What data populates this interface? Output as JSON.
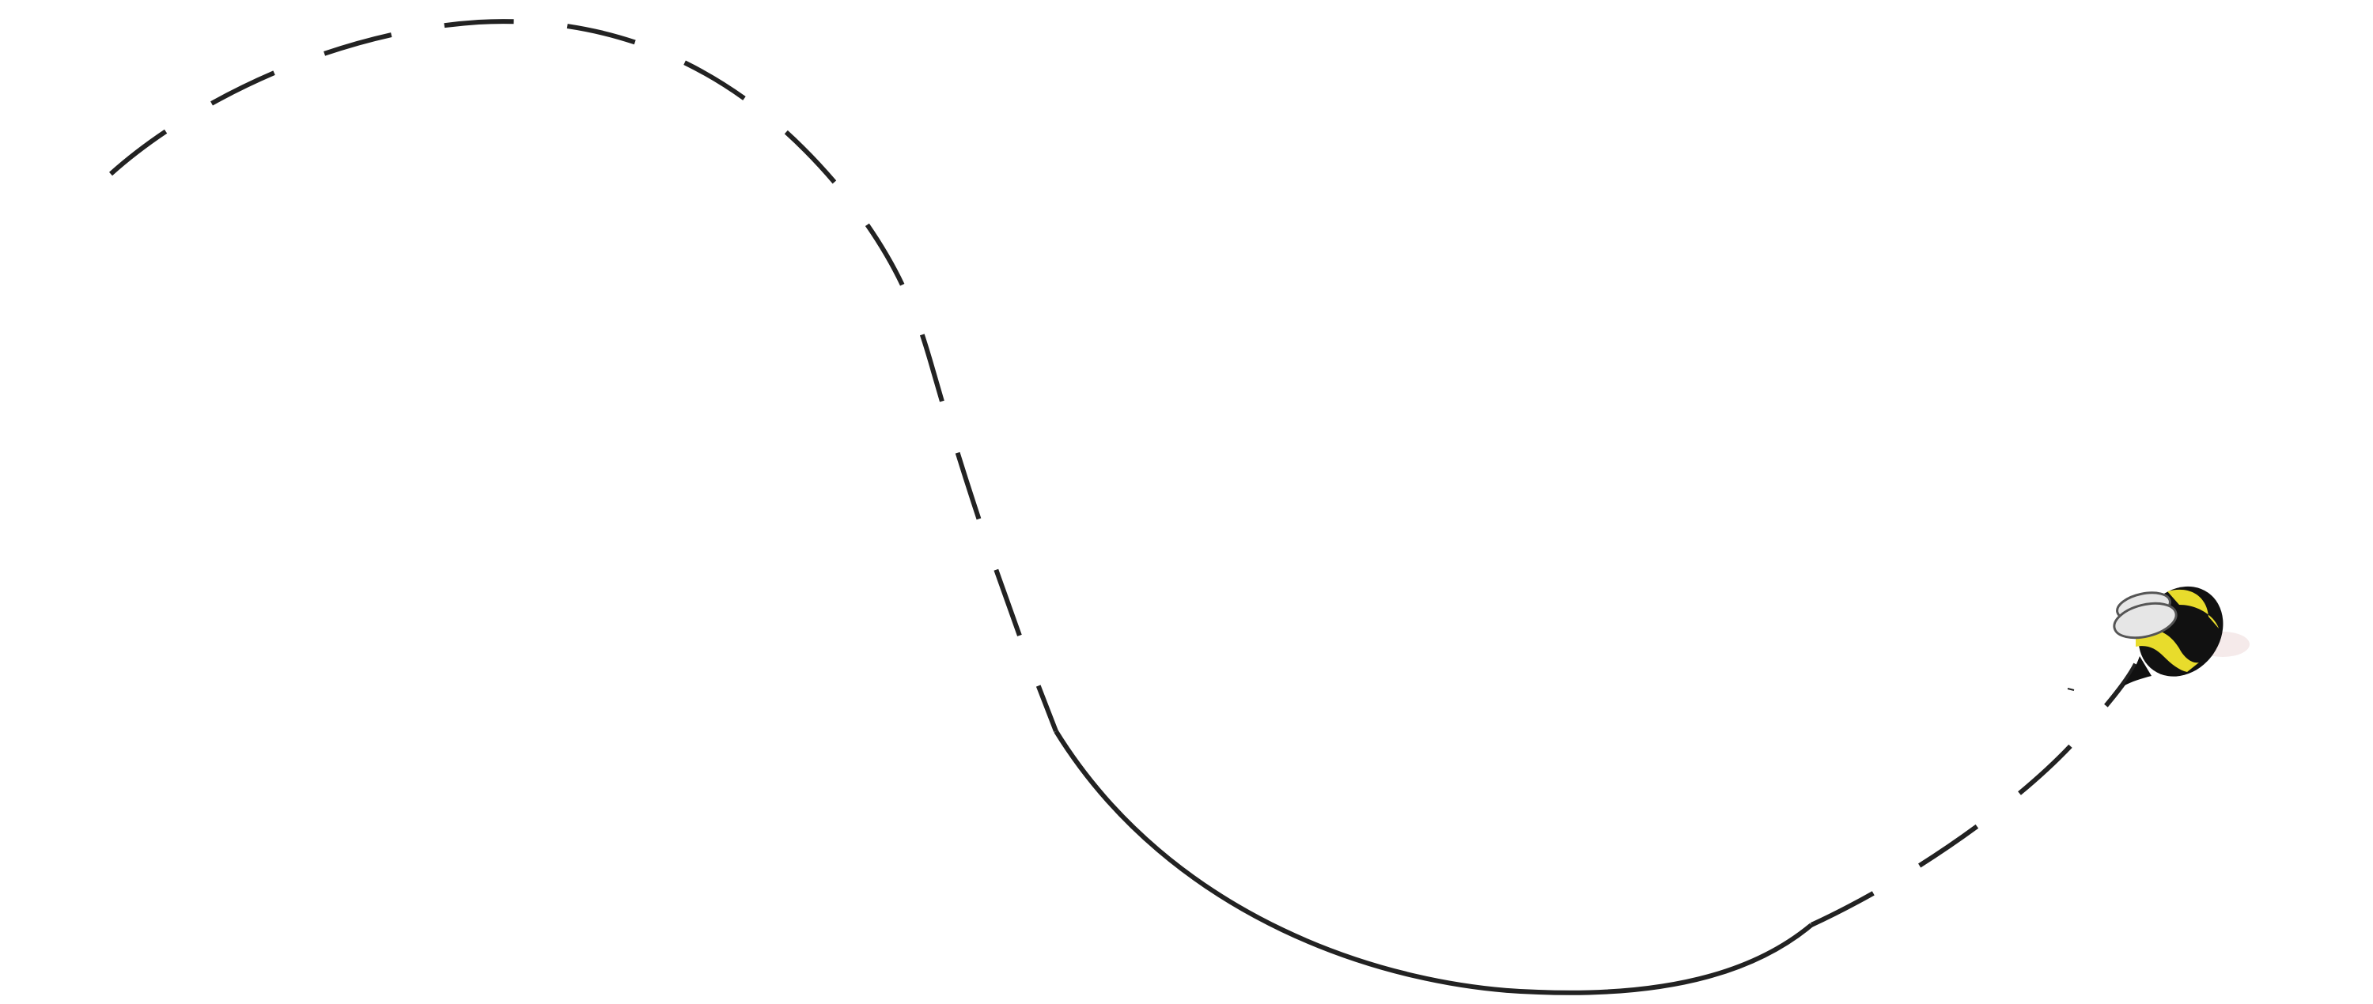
{
  "scene": {
    "background_color": "#ffffff",
    "path_color": "#222222",
    "path_style": [
      "dashed",
      "solid",
      "dashed"
    ],
    "icon": "bee-icon",
    "bee_colors": {
      "body": "#111111",
      "stripe": "#e8dc2c",
      "wing": "#e6e6e6",
      "wing_outline": "#555555"
    }
  }
}
